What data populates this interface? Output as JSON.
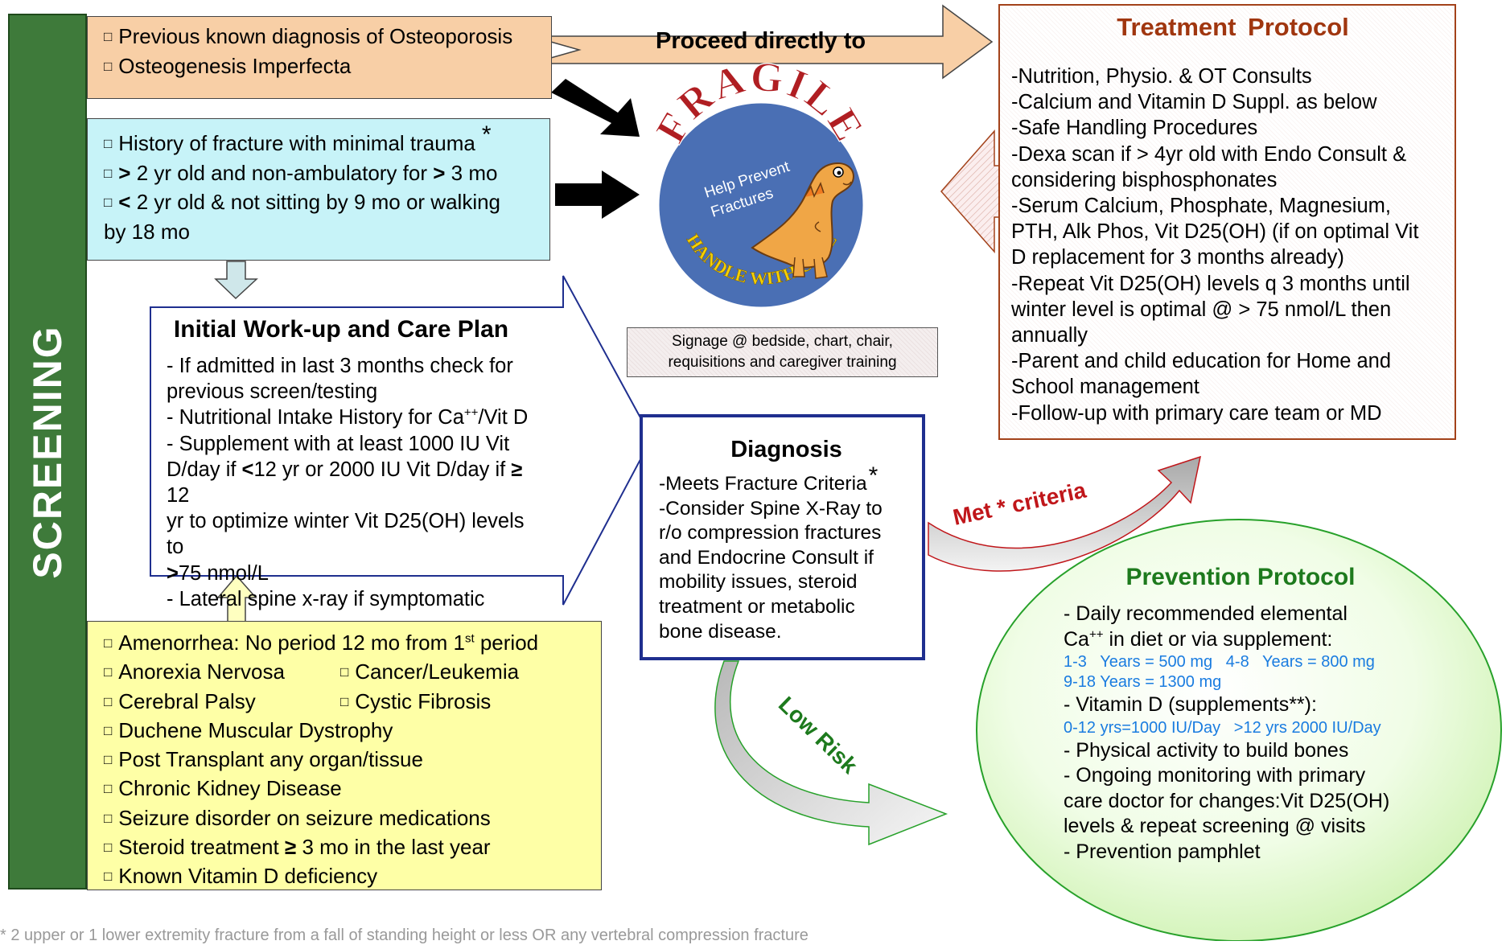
{
  "screening_label": "SCREENING",
  "orange_box": {
    "items": [
      "Previous known diagnosis of Osteoporosis",
      "Osteogenesis Imperfecta"
    ]
  },
  "proceed_label": "Proceed directly to",
  "blue_box": {
    "item1": "History of fracture with minimal trauma",
    "item1_mark": "*",
    "item2_sym": ">",
    "item2_mid": " 2 yr old and non-ambulatory for ",
    "item2_sym2": ">",
    "item2_end": " 3 mo",
    "item3_sym": "<",
    "item3_rest": " 2 yr old & not sitting by 9 mo or walking",
    "item3_cont": "by 18 mo"
  },
  "fragile_logo": {
    "top_text": "FRAGILE",
    "middle_text_1": "Help Prevent",
    "middle_text_2": "Fractures",
    "bottom_text": "HANDLE WITH CARE"
  },
  "signage": {
    "line1": "Signage @ bedside, chart, chair,",
    "line2": "requisitions and caregiver training"
  },
  "initial_workup": {
    "title": "Initial Work-up and Care Plan",
    "line1": "- If admitted in last 3 months check for",
    "line2": "previous screen/testing",
    "line3_a": "- Nutritional Intake History for Ca",
    "line3_sup": "++",
    "line3_b": "/Vit D",
    "line4": "- Supplement with at least 1000 IU Vit",
    "line5_a": "D/day if ",
    "line5_lt": "<",
    "line5_b": "12 yr or 2000 IU Vit D/day if ",
    "line5_ge": "≥",
    "line5_c": " 12",
    "line6": "yr to optimize winter Vit D25(OH) levels to",
    "line7_gt": ">",
    "line7_rest": "75 nmol/L",
    "line8": "- Lateral spine x-ray if symptomatic"
  },
  "yellow_box": {
    "row1_a": "Amenorrhea: No period 12 mo from 1",
    "row1_sup": "st",
    "row1_b": " period",
    "row2_left": "Anorexia Nervosa",
    "row2_right": "Cancer/Leukemia",
    "row3_left": "Cerebral Palsy",
    "row3_right": "Cystic Fibrosis",
    "rest": [
      "Duchene Muscular Dystrophy",
      "Post Transplant any organ/tissue",
      "Chronic Kidney Disease",
      "Seizure disorder on seizure medications"
    ],
    "row8_a": "Steroid treatment  ",
    "row8_ge": "≥",
    "row8_b": " 3 mo in the last year",
    "row9": "Known Vitamin D deficiency"
  },
  "diagnosis": {
    "title": "Diagnosis",
    "line1": "-Meets Fracture Criteria",
    "line1_mark": "*",
    "lines": [
      "-Consider Spine X-Ray to",
      "r/o compression fractures",
      "and Endocrine Consult if",
      "mobility issues, steroid",
      "treatment or metabolic",
      "bone disease."
    ]
  },
  "treatment": {
    "title": "Treatment  Protocol",
    "lines": [
      "-Nutrition, Physio. & OT Consults",
      "-Calcium and Vitamin D Suppl. as below",
      "-Safe Handling Procedures",
      "-Dexa scan if > 4yr old with Endo Consult &",
      "considering bisphosphonates",
      "-Serum Calcium, Phosphate, Magnesium,",
      "PTH, Alk Phos, Vit D25(OH) (if on optimal Vit",
      "D replacement for 3 months already)",
      "-Repeat Vit D25(OH) levels q 3 months until",
      "winter level is optimal @ > 75 nmol/L then",
      "annually",
      "-Parent and child education for Home and",
      "School management",
      "-Follow-up with primary care team or MD"
    ]
  },
  "met_criteria_label": "Met * criteria",
  "low_risk_label": "Low Risk",
  "prevention": {
    "title": "Prevention Protocol",
    "line1": "- Daily recommended elemental",
    "line2_a": "Ca",
    "line2_sup": "++",
    "line2_b": " in diet or via supplement:",
    "blue1": "1-3   Years = 500 mg   4-8   Years = 800 mg",
    "blue2": "9-18 Years = 1300 mg",
    "line3": "- Vitamin D (supplements**):",
    "blue3": "0-12 yrs=1000 IU/Day   >12 yrs 2000 IU/Day",
    "lines": [
      "- Physical activity to build bones",
      "- Ongoing monitoring with primary",
      "care doctor for changes:Vit D25(OH)",
      "levels & repeat screening @ visits",
      "- Prevention pamphlet"
    ]
  },
  "footnote": "* 2 upper or 1 lower extremity fracture from a fall of standing height or less OR any vertebral compression fracture",
  "checkbox_symbol": "□",
  "colors": {
    "screening_bar": "#3e7a3a",
    "orange_box": "#f8cfa6",
    "blue_box": "#c7f3f8",
    "yellow_box": "#feffa6",
    "treatment_title": "#a0360f",
    "prevention_title": "#1d7a1d",
    "diagnosis_border": "#1f2f8f",
    "logo_circle": "#4a6fb4",
    "logo_red_text": "#b01e22",
    "logo_yellow_text": "#f5d000",
    "met_criteria": "#c0161a",
    "low_risk": "#1d7a1d",
    "prevention_blue": "#1a7ce0"
  },
  "icons": [
    "fragile-dinosaur-logo",
    "block-arrow",
    "curved-arrow",
    "checkbox"
  ]
}
